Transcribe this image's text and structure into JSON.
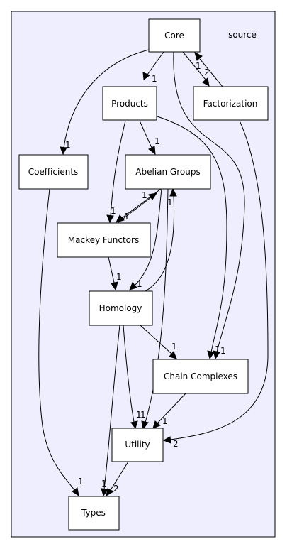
{
  "cluster": {
    "label": "source"
  },
  "nodes": {
    "core": "Core",
    "products": "Products",
    "factorization": "Factorization",
    "coefficients": "Coefficients",
    "abelian_groups": "Abelian Groups",
    "mackey_functors": "Mackey Functors",
    "homology": "Homology",
    "chain_complexes": "Chain Complexes",
    "utility": "Utility",
    "types": "Types"
  },
  "edge_labels": {
    "core_products": "1",
    "core_factorization_a": "1",
    "core_factorization_b": "2",
    "core_coefficients": "1",
    "core_chain": "1",
    "products_abelian": "1",
    "products_mackey": "1",
    "products_chain": "1",
    "abelian_mackey": "1",
    "mackey_abelian": "1",
    "abelian_homology": "1",
    "homology_abelian": "1",
    "abelian_utility": "1",
    "mackey_homology": "1",
    "homology_chain": "1",
    "homology_utility": "1",
    "homology_types": "1",
    "coefficients_types": "1",
    "chain_utility": "1",
    "factorization_utility": "2",
    "utility_types": "2"
  }
}
